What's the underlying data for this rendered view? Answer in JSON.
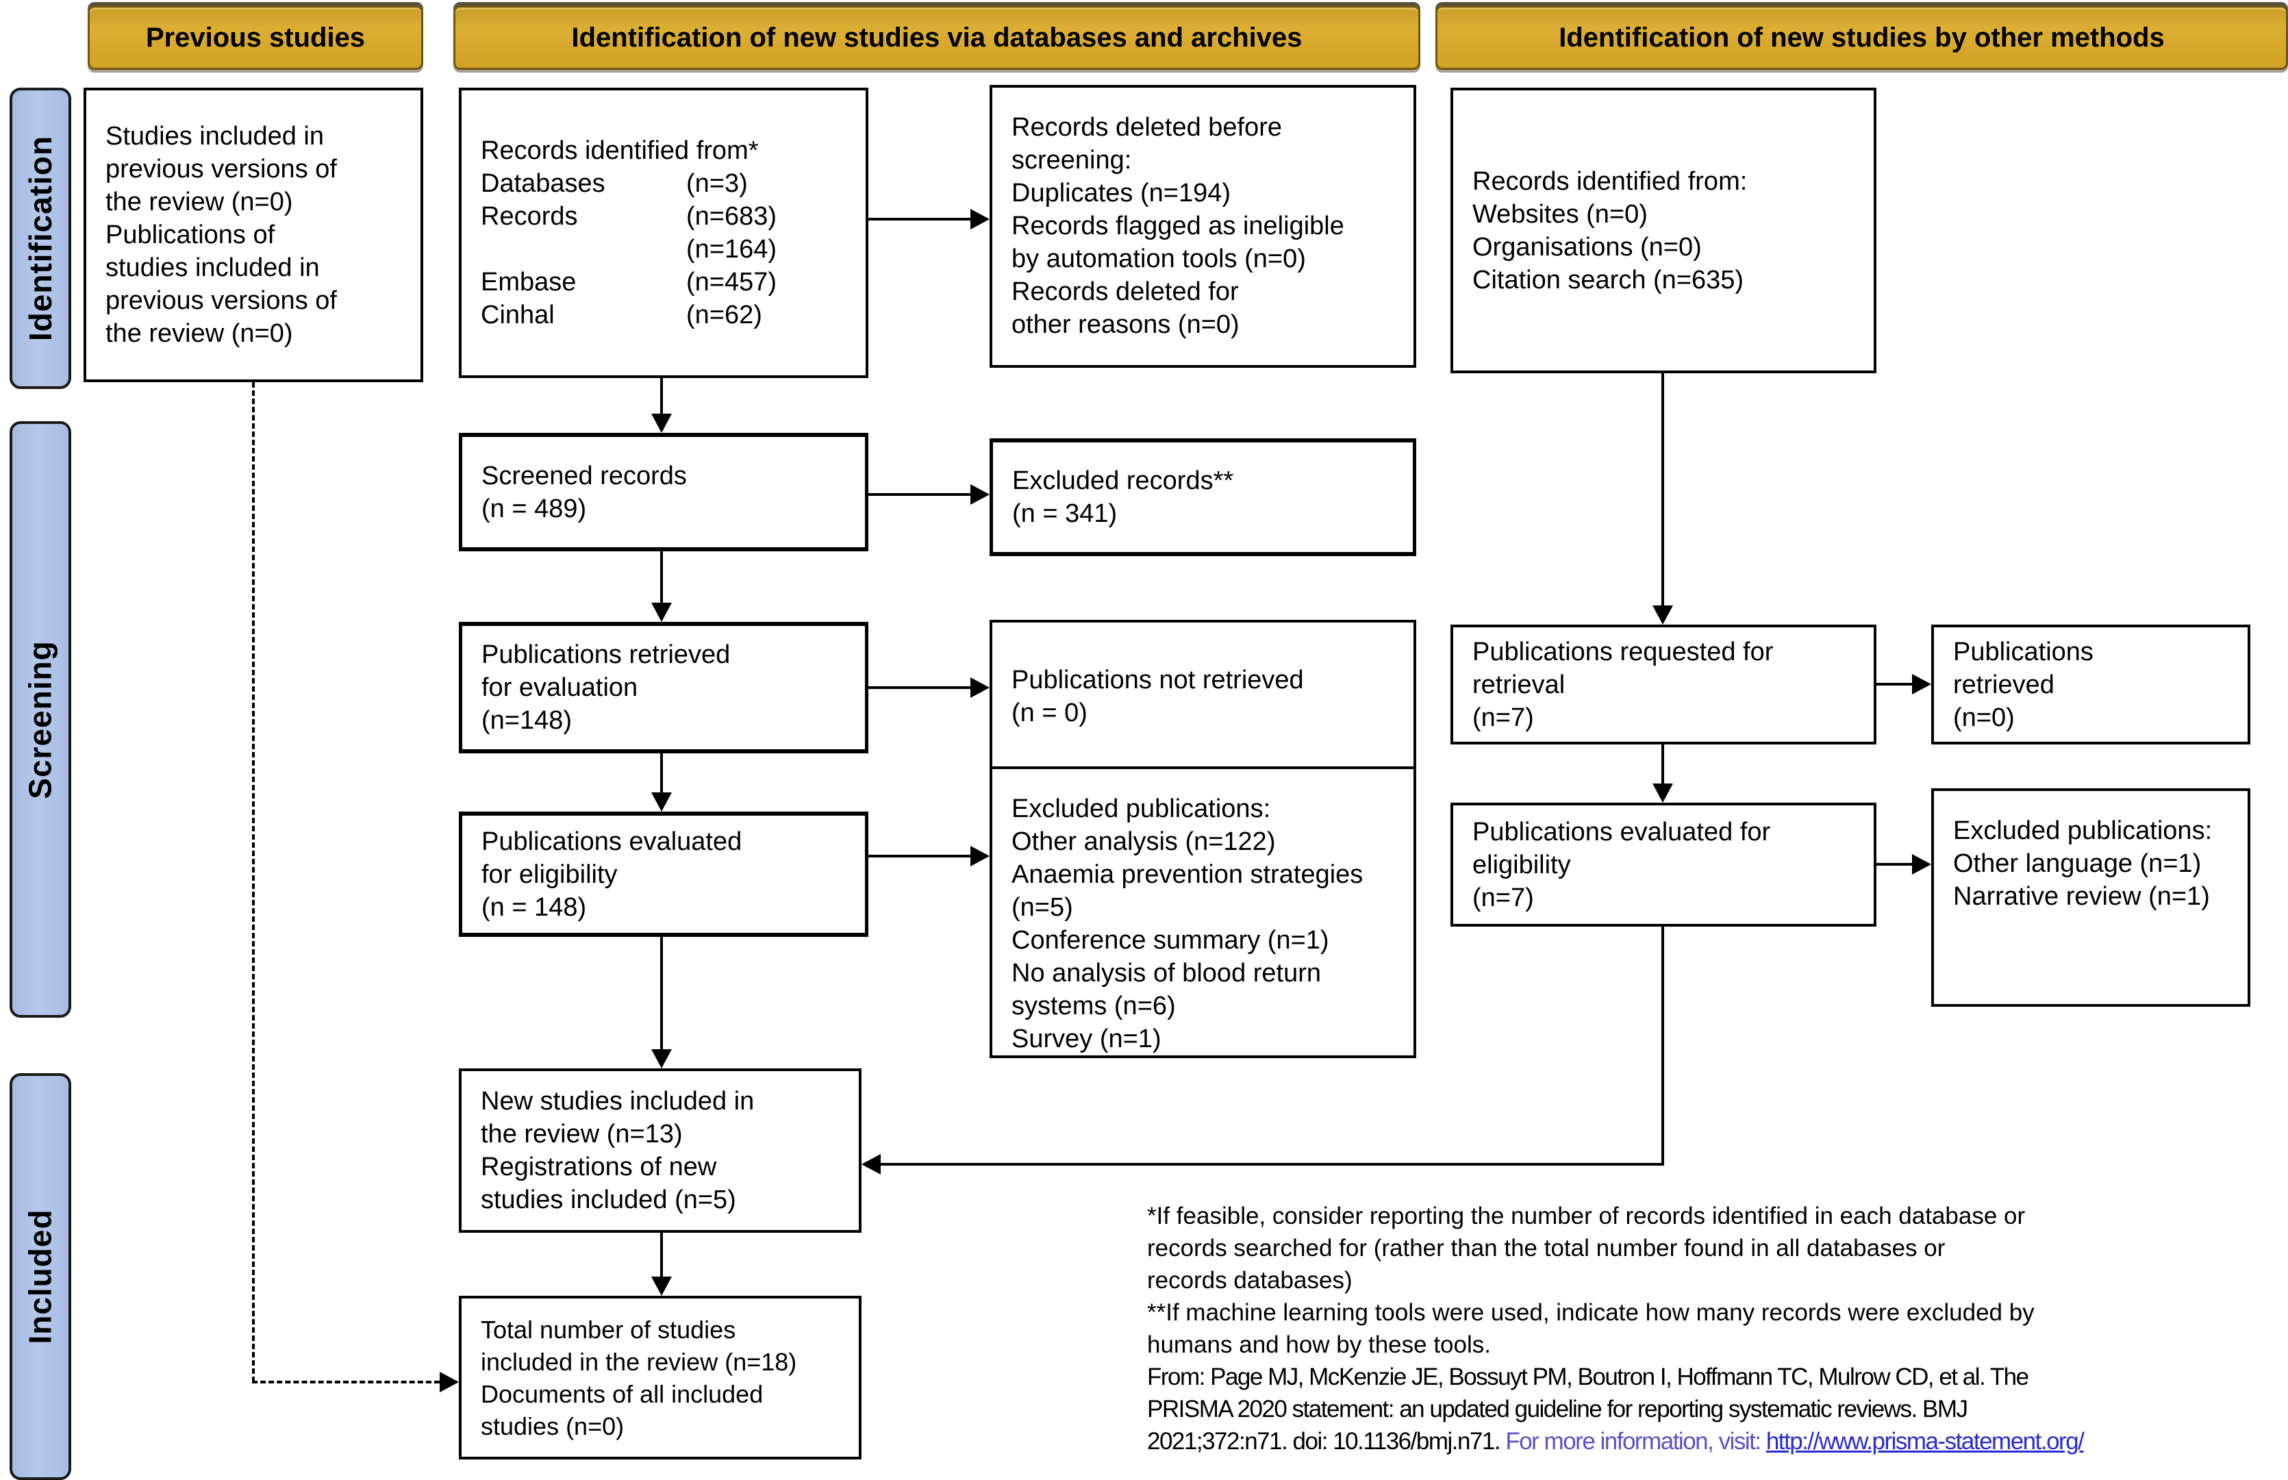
{
  "headers": {
    "previous_studies": "Previous studies",
    "new_studies_databases": "Identification of new studies via databases and archives",
    "new_studies_other": "Identification of new studies by other methods"
  },
  "sidebar": {
    "identification": "Identification",
    "screening": "Screening",
    "included": "Included"
  },
  "boxes": {
    "previous_included": {
      "lines": [
        "Studies included in",
        "previous versions of",
        "the review (n=0)",
        "Publications of",
        "studies included in",
        "previous versions of",
        "the review  (n=0)"
      ]
    },
    "records_identified_db": {
      "title": "Records identified from*",
      "rows": [
        {
          "label": "Databases",
          "value": "(n=3)"
        },
        {
          "label": "Records",
          "value": "(n=683)"
        },
        {
          "label": "",
          "value": "(n=164)"
        },
        {
          "label": "Embase",
          "value": "(n=457)"
        },
        {
          "label": "Cinhal",
          "value": "(n=62)"
        }
      ]
    },
    "records_deleted": {
      "lines": [
        "Records deleted before",
        "screening:",
        "Duplicates (n=194)",
        "Records flagged as ineligible",
        "by automation tools (n=0)",
        "Records deleted for",
        "other reasons (n=0)"
      ]
    },
    "records_identified_other": {
      "lines": [
        "Records identified from:",
        "Websites (n=0)",
        "Organisations (n=0)",
        "Citation search (n=635)"
      ]
    },
    "screened_records": {
      "lines": [
        "Screened records",
        "(n = 489)"
      ]
    },
    "excluded_records": {
      "lines": [
        "Excluded records**",
        "(n = 341)"
      ]
    },
    "pubs_retrieved_eval": {
      "lines": [
        "Publications retrieved",
        "for evaluation",
        "(n=148)"
      ]
    },
    "pubs_not_retrieved": {
      "lines": [
        "Publications not retrieved",
        "(n = 0)"
      ]
    },
    "pubs_requested": {
      "lines": [
        "Publications requested for",
        "retrieval",
        "(n=7)"
      ]
    },
    "pubs_retrieved_other": {
      "lines": [
        "Publications",
        "retrieved",
        "(n=0)"
      ]
    },
    "pubs_evaluated_db": {
      "lines": [
        "Publications evaluated",
        "for eligibility",
        "(n = 148)"
      ]
    },
    "excluded_pubs_db": {
      "lines": [
        "Excluded publications:",
        "Other analysis (n=122)",
        "Anaemia prevention strategies",
        "(n=5)",
        "Conference summary (n=1)",
        "No analysis of blood return",
        "systems (n=6)",
        "Survey (n=1)"
      ]
    },
    "pubs_evaluated_other": {
      "lines": [
        "Publications evaluated for",
        "eligibility",
        "(n=7)"
      ]
    },
    "excluded_pubs_other": {
      "lines": [
        "Excluded publications:",
        "Other language (n=1)",
        "Narrative review (n=1)"
      ]
    },
    "new_studies": {
      "lines": [
        "New studies included in",
        "the review (n=13)",
        "Registrations of new",
        "studies included (n=5)"
      ]
    },
    "total_studies": {
      "lines": [
        "Total number of studies",
        "included in the review (n=18)",
        "Documents of all included",
        "studies (n=0)"
      ]
    }
  },
  "footnote": {
    "lines": [
      "*If feasible, consider reporting the number of records identified in each database or",
      "records searched for (rather than the total number found in all databases or",
      "records databases)",
      "**If machine learning tools were used, indicate how many records were excluded by",
      "humans and how by these tools."
    ],
    "citation_lines": [
      "From:  Page MJ,  McKenzie JE, Bossuyt PM, Boutron I, Hoffmann TC, Mulrow CD, et al. The",
      "PRISMA 2020 statement: an updated guideline for reporting systematic reviews. BMJ"
    ],
    "citation_tail": "2021;372:n71. doi: 10.1136/bmj.n71. ",
    "more_info": "For more information, visit: ",
    "link": "http://www.prisma-statement.org/"
  },
  "colors": {
    "header_fill": "#D5A62B",
    "header_border": "#6E5510",
    "sidebar_fill": "#AFC2E6",
    "sidebar_border": "#1a1a1a",
    "link": "#2A2AD4",
    "more_info": "#5B51C8"
  }
}
